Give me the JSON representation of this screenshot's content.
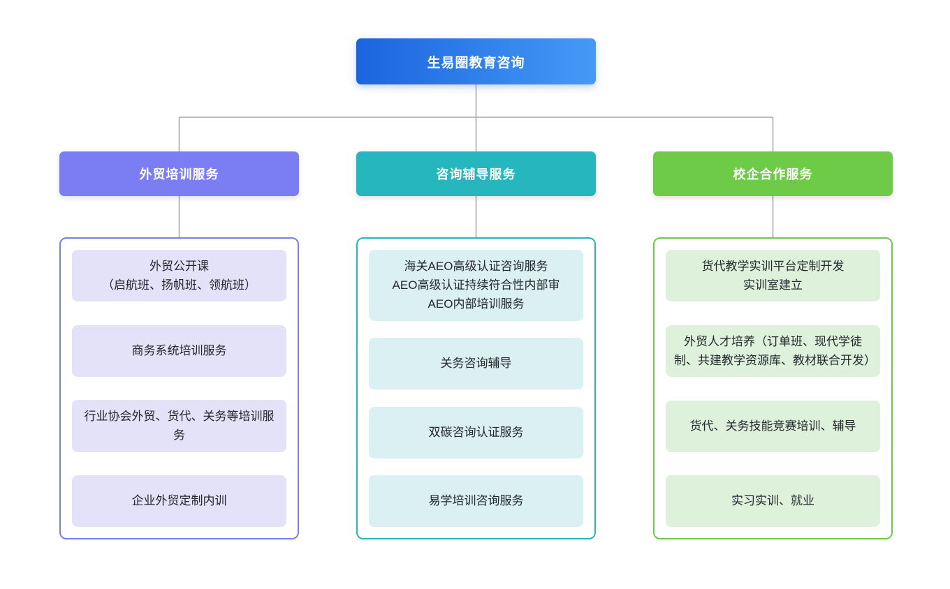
{
  "page": {
    "background": "#ffffff"
  },
  "connector_color": "#a0a5ac",
  "root": {
    "label": "生易圈教育咨询",
    "gradient_start": "#1b64de",
    "gradient_end": "#459af7"
  },
  "branches": [
    {
      "label": "外贸培训服务",
      "color": "#7a7ef2",
      "item_bg": "#e4e2f8",
      "items": [
        "外贸公开课\n（启航班、扬帆班、领航班）",
        "商务系统培训服务",
        "行业协会外贸、货代、关务等培训服务",
        "企业外贸定制内训"
      ]
    },
    {
      "label": "咨询辅导服务",
      "color": "#26b6bd",
      "item_bg": "#daf0f3",
      "items": [
        "海关AEO高级认证咨询服务\nAEO高级认证持续符合性内部审\nAEO内部培训服务",
        "关务咨询辅导",
        "双碳咨询认证服务",
        "易学培训咨询服务"
      ]
    },
    {
      "label": "校企合作服务",
      "color": "#6ecb47",
      "item_bg": "#def1da",
      "items": [
        "货代教学实训平台定制开发\n实训室建立",
        "外贸人才培养（订单班、现代学徒制、共建教学资源库、教材联合开发）",
        "货代、关务技能竞赛培训、辅导",
        "实习实训、就业"
      ]
    }
  ]
}
